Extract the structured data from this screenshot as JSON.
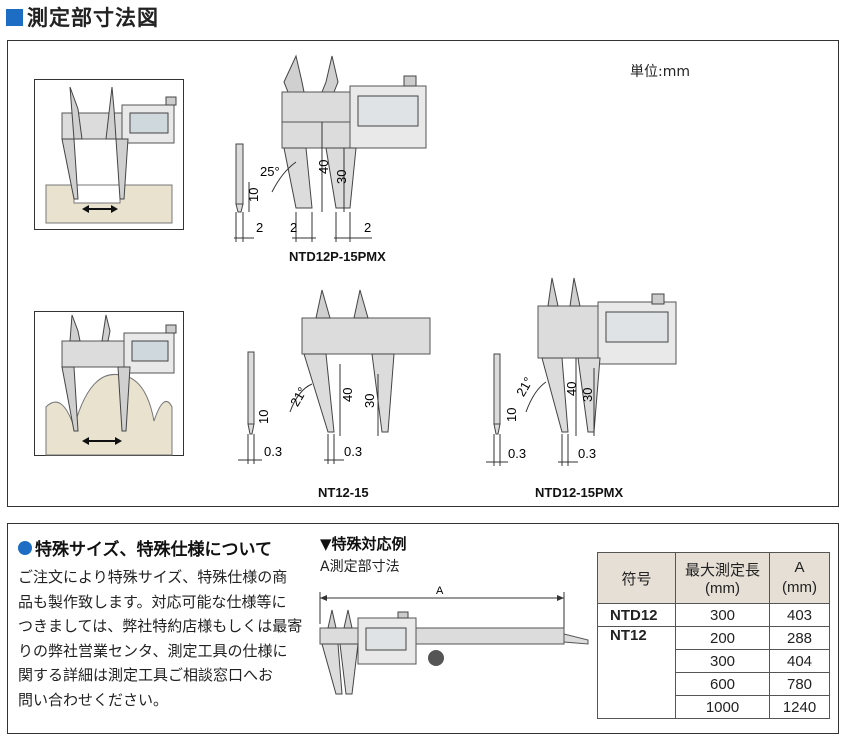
{
  "page": {
    "title": "測定部寸法図"
  },
  "unit_label": "単位:mm",
  "diagrams": {
    "ntd12p": {
      "caption": "NTD12P-15PMX",
      "angle": "25°",
      "dims": {
        "tip_len": "10",
        "tip_w": "2",
        "jaw_w1": "2",
        "jaw_w2": "2",
        "len40": "40",
        "len30": "30"
      }
    },
    "nt12": {
      "caption": "NT12-15",
      "angle": "21°",
      "dims": {
        "tip_len": "10",
        "tip_w": "0.3",
        "jaw_w": "0.3",
        "len40": "40",
        "len30": "30"
      }
    },
    "ntd12": {
      "caption": "NTD12-15PMX",
      "angle": "21°",
      "dims": {
        "tip_len": "10",
        "tip_w": "0.3",
        "jaw_w": "0.3",
        "len40": "40",
        "len30": "30"
      }
    }
  },
  "special": {
    "title": "特殊サイズ、特殊仕様について",
    "lines": [
      "ご注文により特殊サイズ、特殊仕様の商",
      "品も製作致します。対応可能な仕様等に",
      "つきましては、弊社特約店様もしくは最寄",
      "りの弊社営業センタ、測定工具の仕様に",
      "関する詳細は測定工具ご相談窓口へお",
      "問い合わせください。"
    ]
  },
  "example": {
    "title": "▼特殊対応例",
    "subtitle": "A測定部寸法",
    "dim_label": "A"
  },
  "table": {
    "headers": {
      "model": "符号",
      "max_len": "最大測定長",
      "max_len_unit": "(mm)",
      "a": "A",
      "a_unit": "(mm)"
    },
    "rows": [
      {
        "model": "NTD12",
        "max_len": "300",
        "a": "403"
      },
      {
        "model": "NT12",
        "max_len": "200",
        "a": "288"
      },
      {
        "model": "",
        "max_len": "300",
        "a": "404"
      },
      {
        "model": "",
        "max_len": "600",
        "a": "780"
      },
      {
        "model": "",
        "max_len": "1000",
        "a": "1240"
      }
    ]
  },
  "colors": {
    "accent": "#1e6dc4",
    "table_header": "#e6dfd6",
    "diagram_gray": "#dcdcdc",
    "illustration_bg": "#e8e2cf"
  }
}
